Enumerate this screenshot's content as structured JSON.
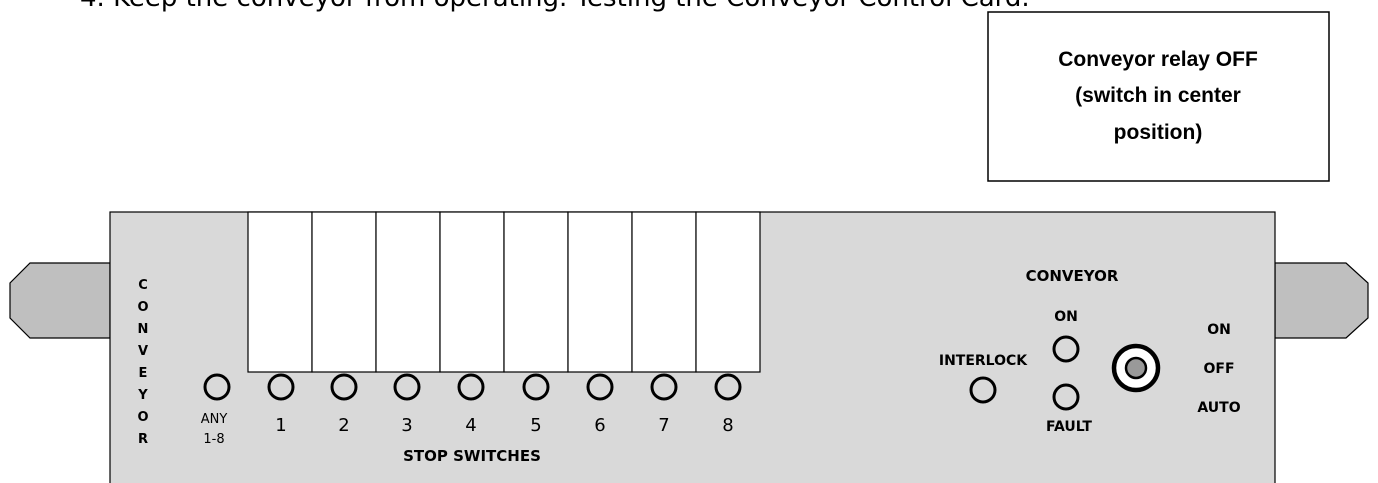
{
  "top_text": "4.  Keep the conveyor from operating.  Testing the Conveyor Control Card.",
  "callout": {
    "line1": "Conveyor relay OFF",
    "line2": "(switch in center",
    "line3": "position)"
  },
  "panel": {
    "side_label_letters": [
      "C",
      "O",
      "N",
      "V",
      "E",
      "Y",
      "O",
      "R"
    ],
    "any_label_line1": "ANY",
    "any_label_line2": "1-8",
    "stop_switch_numbers": [
      "1",
      "2",
      "3",
      "4",
      "5",
      "6",
      "7",
      "8"
    ],
    "stop_switches_title": "STOP SWITCHES",
    "conveyor_title": "CONVEYOR",
    "interlock_label": "INTERLOCK",
    "on_indicator_label": "ON",
    "fault_label": "FAULT",
    "switch_positions": [
      "ON",
      "OFF",
      "AUTO"
    ]
  },
  "colors": {
    "panel_fill": "#d9d9d9",
    "handle_fill": "#bfbfbf",
    "outline": "#000000",
    "switch_window_fill": "#ffffff"
  }
}
